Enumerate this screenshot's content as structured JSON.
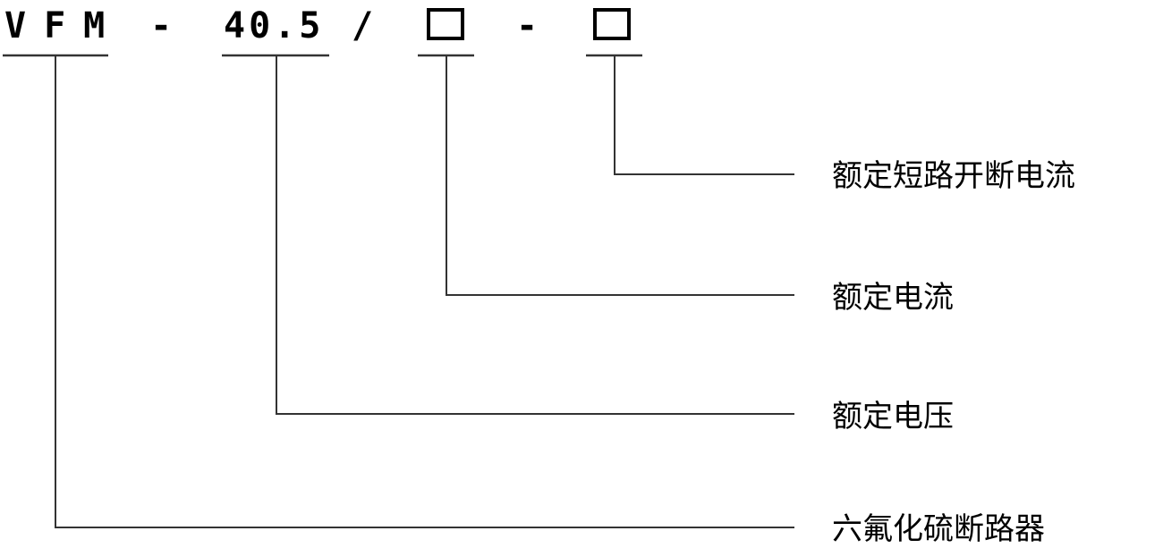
{
  "model_code": {
    "prefix": "VFM",
    "sep1": "-",
    "voltage": "40.5",
    "slash": "/",
    "current_placeholder": "□",
    "sep2": "-",
    "breaking_placeholder": "□"
  },
  "labels": {
    "breaking_current": "额定短路开断电流",
    "rated_current": "额定电流",
    "rated_voltage": "额定电压",
    "breaker_type": "六氟化硫断路器"
  },
  "colors": {
    "ink": "#000000",
    "line": "#333333",
    "background": "#ffffff"
  }
}
